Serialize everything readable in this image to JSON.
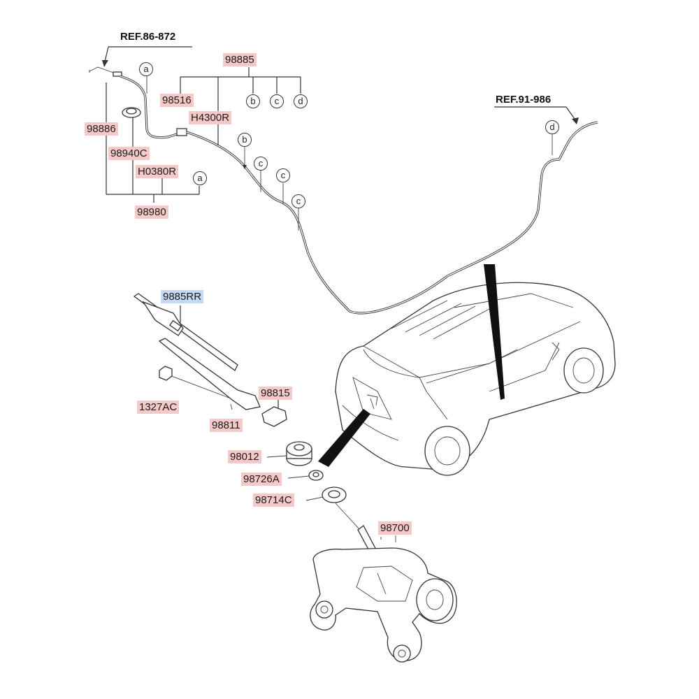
{
  "refs": {
    "top_left": "REF.86-872",
    "top_right": "REF.91-986"
  },
  "parts": {
    "p98885": "98885",
    "p98516": "98516",
    "h4300r": "H4300R",
    "p98886": "98886",
    "p98940c": "98940C",
    "h0380r": "H0380R",
    "p98980": "98980",
    "p9885rr": "9885RR",
    "p1327ac": "1327AC",
    "p98815": "98815",
    "p98811": "98811",
    "p98012": "98012",
    "p98726a": "98726A",
    "p98714c": "98714C",
    "p98700": "98700"
  },
  "callouts": {
    "a": "a",
    "b": "b",
    "c": "c",
    "d": "d"
  },
  "colors": {
    "part_label_bg": "#f6c9c9",
    "highlight_label_bg": "#c6d9f4",
    "line": "#333333"
  }
}
